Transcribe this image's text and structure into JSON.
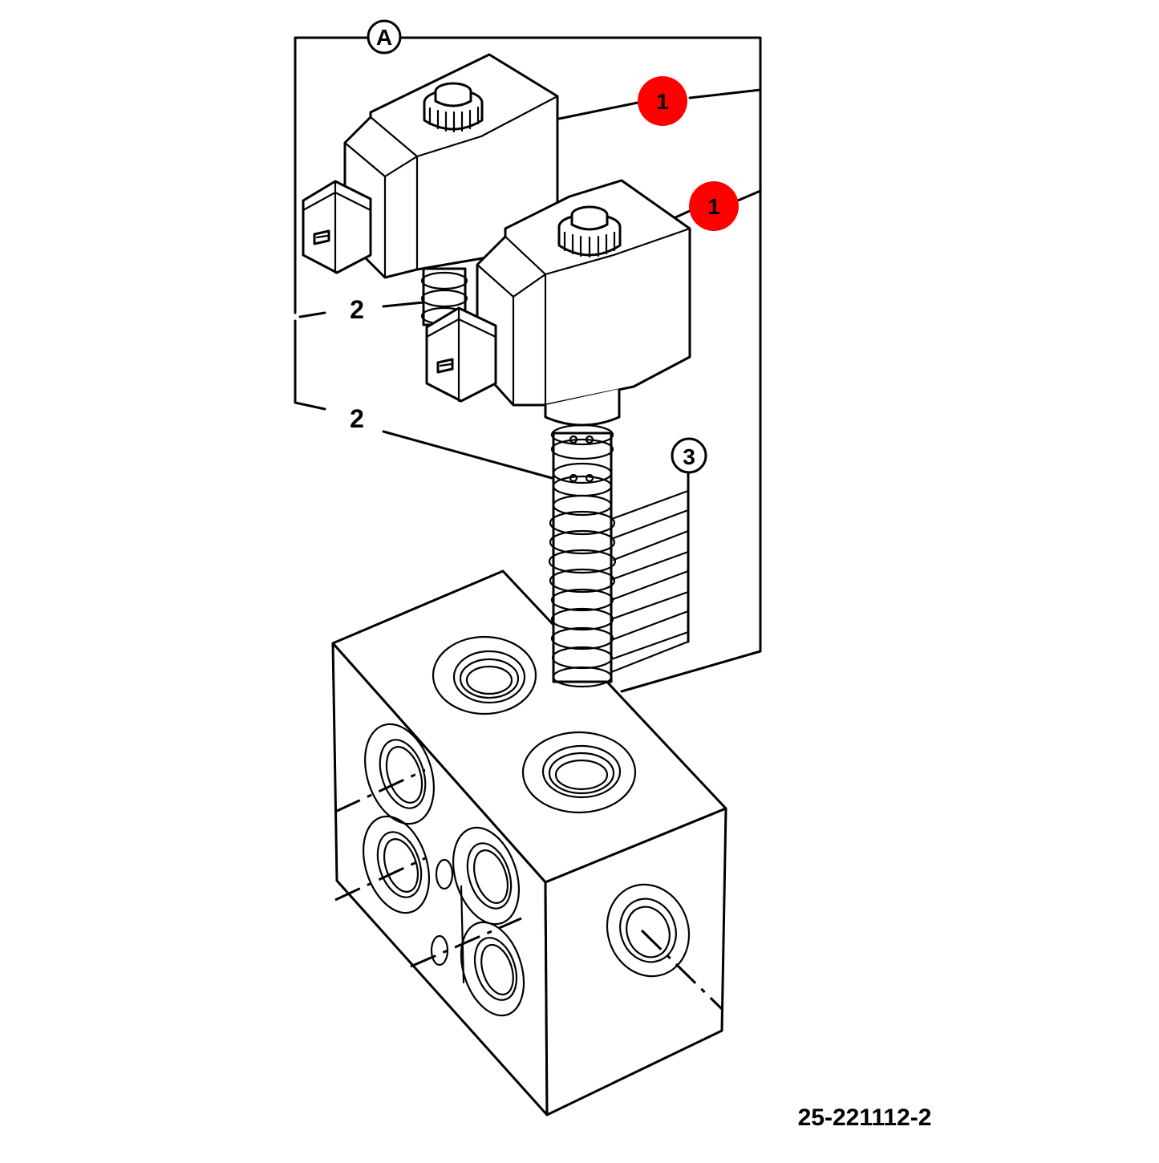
{
  "callouts": {
    "assembly": "A",
    "solenoid_coil": "1",
    "cartridge": "2",
    "seal_kit": "3"
  },
  "figure_number": "25-221112-2",
  "colors": {
    "highlight": "#ff0000",
    "line": "#000000",
    "background": "#ffffff"
  }
}
